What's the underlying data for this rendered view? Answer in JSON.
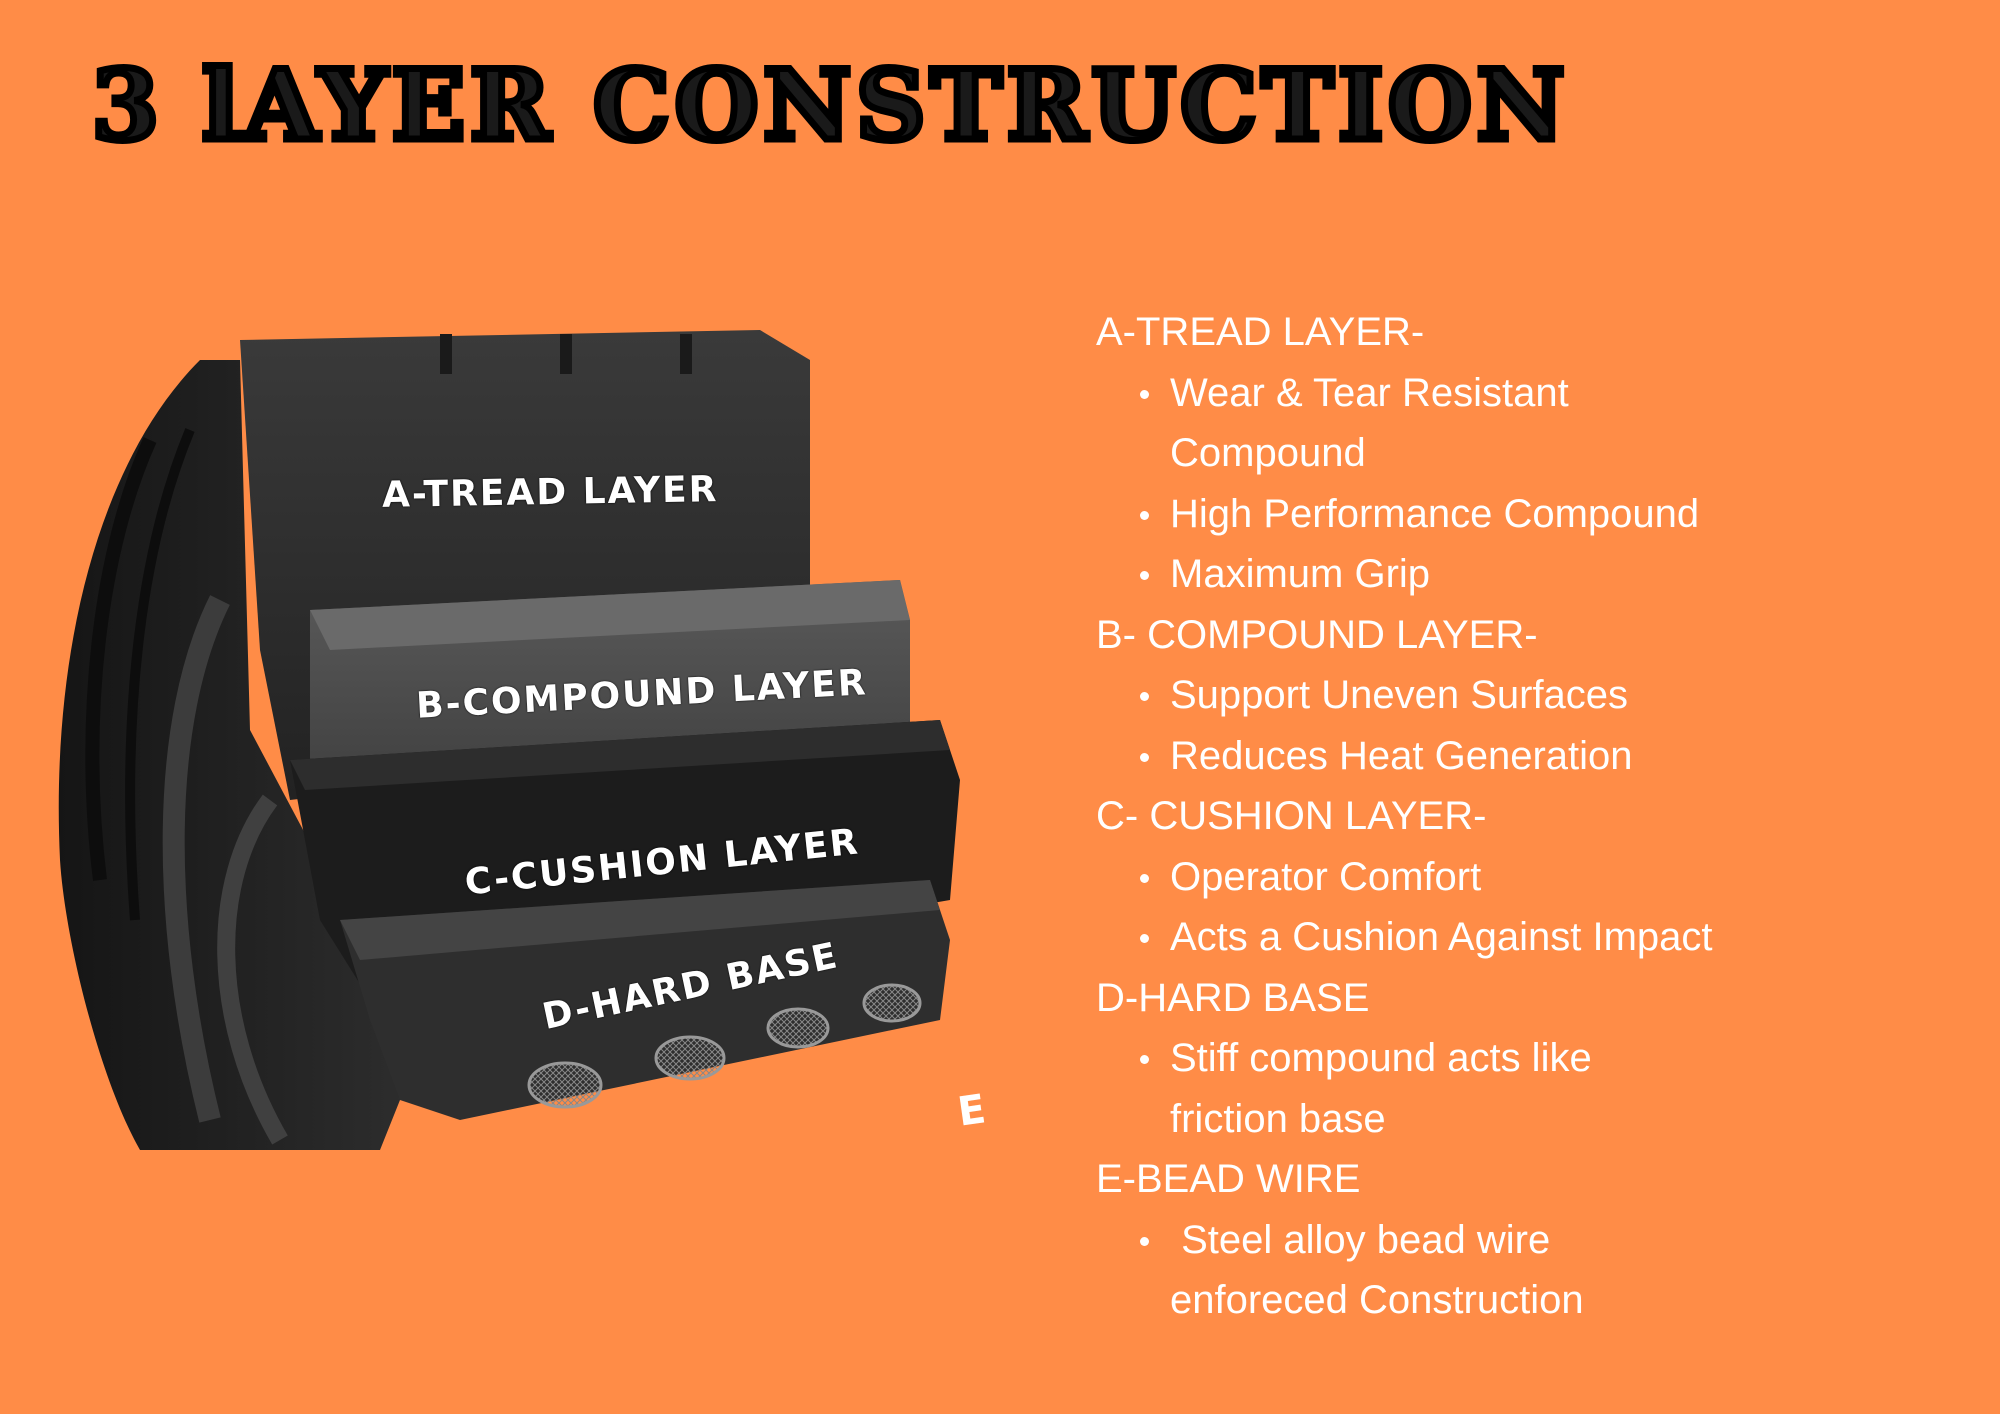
{
  "title": "3 lAYER CONSTRUCTION",
  "diagram_labels": {
    "tread": "A-TREAD LAYER",
    "compound": "B-COMPOUND LAYER",
    "cushion": "C-CUSHION LAYER",
    "base": "D-HARD BASE",
    "bead": "E"
  },
  "sections": [
    {
      "heading": "A-TREAD LAYER-",
      "bullets": [
        "Wear & Tear Resistant Compound",
        "High Performance Compound",
        "Maximum Grip"
      ]
    },
    {
      "heading": "B- COMPOUND LAYER-",
      "bullets": [
        "Support Uneven Surfaces",
        "Reduces Heat Generation"
      ]
    },
    {
      "heading": "C- CUSHION LAYER-",
      "bullets": [
        "Operator Comfort",
        "Acts a Cushion Against Impact"
      ]
    },
    {
      "heading": "D-HARD BASE",
      "bullets": [
        "Stiff compound acts like friction base"
      ]
    },
    {
      "heading": "E-BEAD WIRE",
      "bullets": [
        " Steel alloy bead wire enforeced Construction"
      ]
    }
  ],
  "colors": {
    "background": "#FF8C47",
    "tyre": "#2b2b2b",
    "text": "#ffffff"
  }
}
